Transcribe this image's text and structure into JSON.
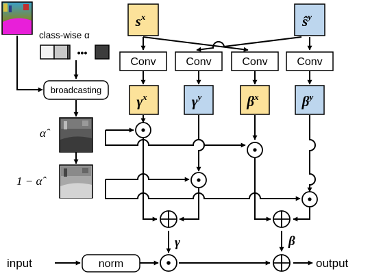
{
  "labels": {
    "s_x": "s",
    "s_x_sup": "x",
    "s_y": "ŝ",
    "s_y_sup": "y",
    "class_alpha": "class-wise α",
    "dots": "•••",
    "broadcasting": "broadcasting",
    "alpha_hat": "α̂",
    "one_minus_alpha": "1 − α̂",
    "conv": "Conv",
    "gamma": "γ",
    "beta": "β",
    "sup_x": "x",
    "sup_y": "y",
    "gamma_out": "γ",
    "beta_out": "β",
    "input": "input",
    "norm": "norm",
    "output": "output"
  },
  "colors": {
    "yellow": "#FCE29A",
    "blue": "#BDD6EE",
    "magenta": "#E81FD9",
    "swatch": [
      "#F2F2F2",
      "#C8C8C8",
      "#8A8A8A",
      "#3C3C3C"
    ]
  },
  "icons": {
    "mult": "circled-dot",
    "add": "circled-plus"
  }
}
